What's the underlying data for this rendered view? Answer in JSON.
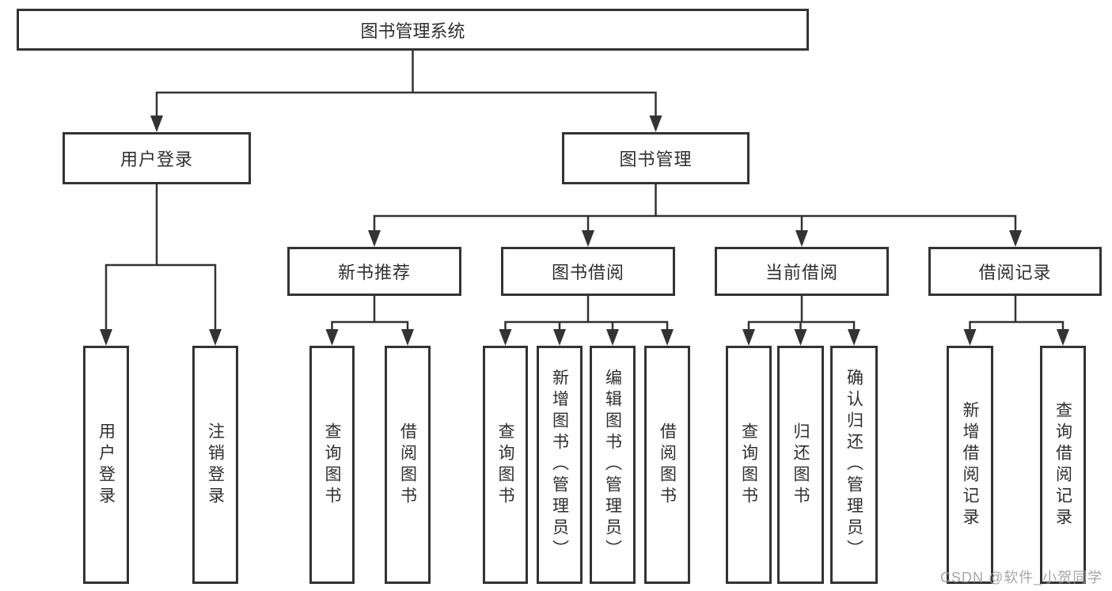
{
  "diagram": {
    "title": "图书管理系统",
    "root": {
      "label": "图书管理系统"
    },
    "level2": [
      {
        "label": "用户登录"
      },
      {
        "label": "图书管理"
      }
    ],
    "level3": [
      {
        "label": "新书推荐",
        "parent": "图书管理"
      },
      {
        "label": "图书借阅",
        "parent": "图书管理"
      },
      {
        "label": "当前借阅",
        "parent": "图书管理"
      },
      {
        "label": "借阅记录",
        "parent": "图书管理"
      }
    ],
    "leaves": [
      {
        "label": "用户登录",
        "parent": "用户登录"
      },
      {
        "label": "注销登录",
        "parent": "用户登录"
      },
      {
        "label": "查询图书",
        "parent": "新书推荐"
      },
      {
        "label": "借阅图书",
        "parent": "新书推荐"
      },
      {
        "label": "查询图书",
        "parent": "图书借阅"
      },
      {
        "label": "新增图书（管理员）",
        "parent": "图书借阅"
      },
      {
        "label": "编辑图书（管理员）",
        "parent": "图书借阅"
      },
      {
        "label": "借阅图书",
        "parent": "图书借阅"
      },
      {
        "label": "查询图书",
        "parent": "当前借阅"
      },
      {
        "label": "归还图书",
        "parent": "当前借阅"
      },
      {
        "label": "确认归还（管理员）",
        "parent": "当前借阅"
      },
      {
        "label": "新增借阅记录",
        "parent": "借阅记录"
      },
      {
        "label": "查询借阅记录",
        "parent": "借阅记录"
      }
    ]
  },
  "watermark": {
    "text": "CSDN @软件_小贺同学"
  },
  "colors": {
    "line": "#333333",
    "text": "#2f2f2f",
    "background": "#ffffff",
    "watermark": "#9e9e9e"
  }
}
